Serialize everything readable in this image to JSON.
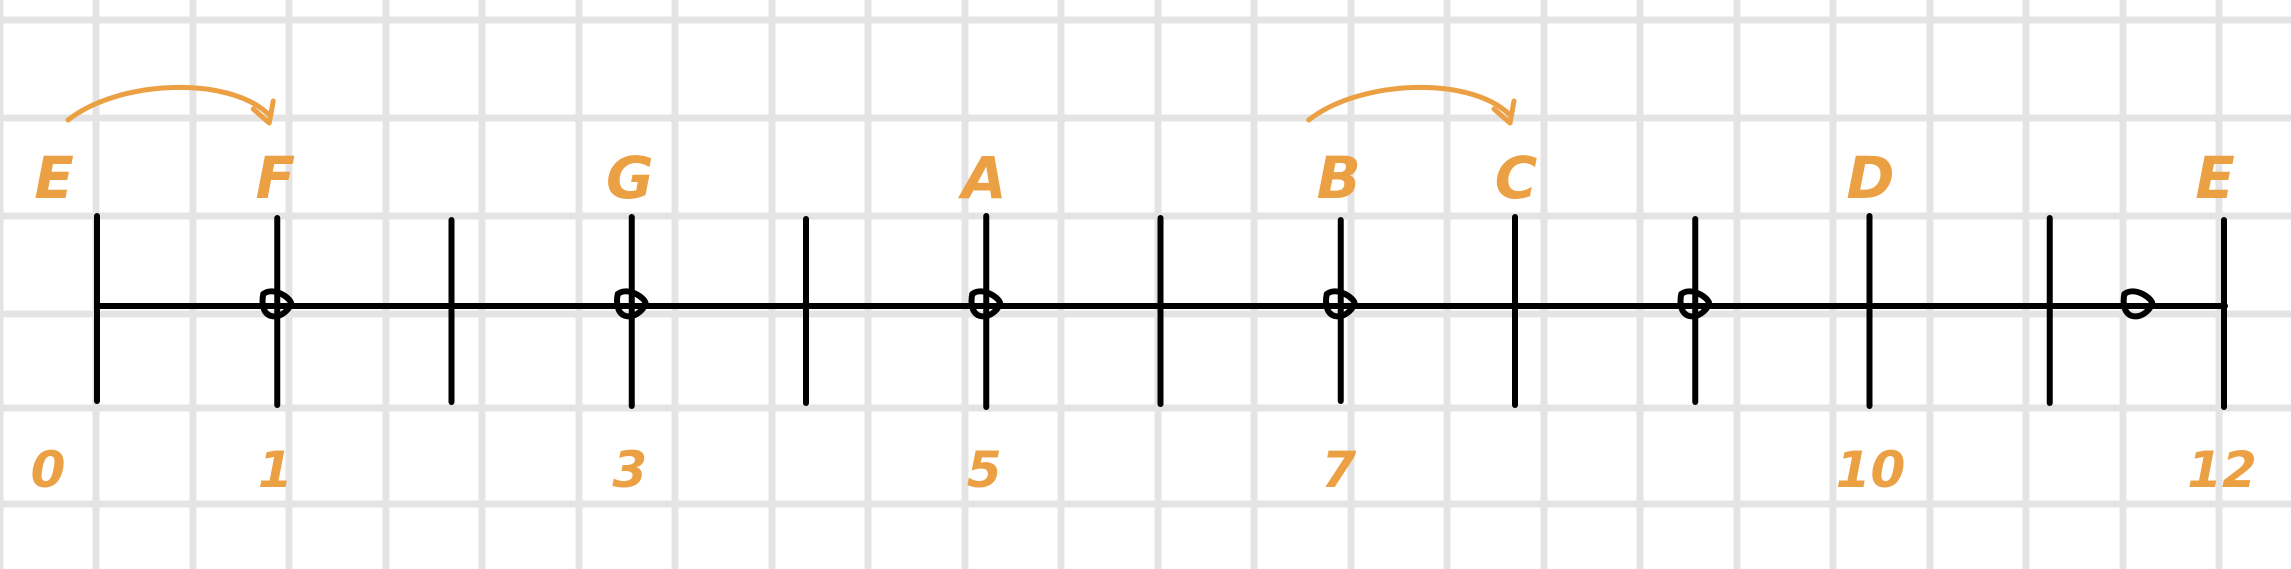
{
  "colors": {
    "background": "#ffffff",
    "grid": "#e4e4e4",
    "ink": "#000000",
    "annotation": "#eba043"
  },
  "number_line": {
    "range": [
      0,
      12
    ],
    "tick_positions": [
      0,
      1,
      2,
      3,
      4,
      5,
      6,
      7,
      8,
      9,
      10,
      11,
      12
    ],
    "dot_positions": [
      1,
      3,
      5,
      7,
      9,
      11.5
    ],
    "number_labels": [
      {
        "pos": 0,
        "text": "0"
      },
      {
        "pos": 1,
        "text": "1"
      },
      {
        "pos": 3,
        "text": "3"
      },
      {
        "pos": 5,
        "text": "5"
      },
      {
        "pos": 7,
        "text": "7"
      },
      {
        "pos": 10,
        "text": "10"
      },
      {
        "pos": 12,
        "text": "12"
      }
    ],
    "note_labels": [
      {
        "pos": 0,
        "text": "E"
      },
      {
        "pos": 1,
        "text": "F"
      },
      {
        "pos": 3,
        "text": "G"
      },
      {
        "pos": 5,
        "text": "A"
      },
      {
        "pos": 7,
        "text": "B"
      },
      {
        "pos": 8,
        "text": "C"
      },
      {
        "pos": 10,
        "text": "D"
      },
      {
        "pos": 12,
        "text": "E"
      }
    ],
    "arcs": [
      {
        "from": 0,
        "to": 1
      },
      {
        "from": 7,
        "to": 8
      }
    ]
  }
}
